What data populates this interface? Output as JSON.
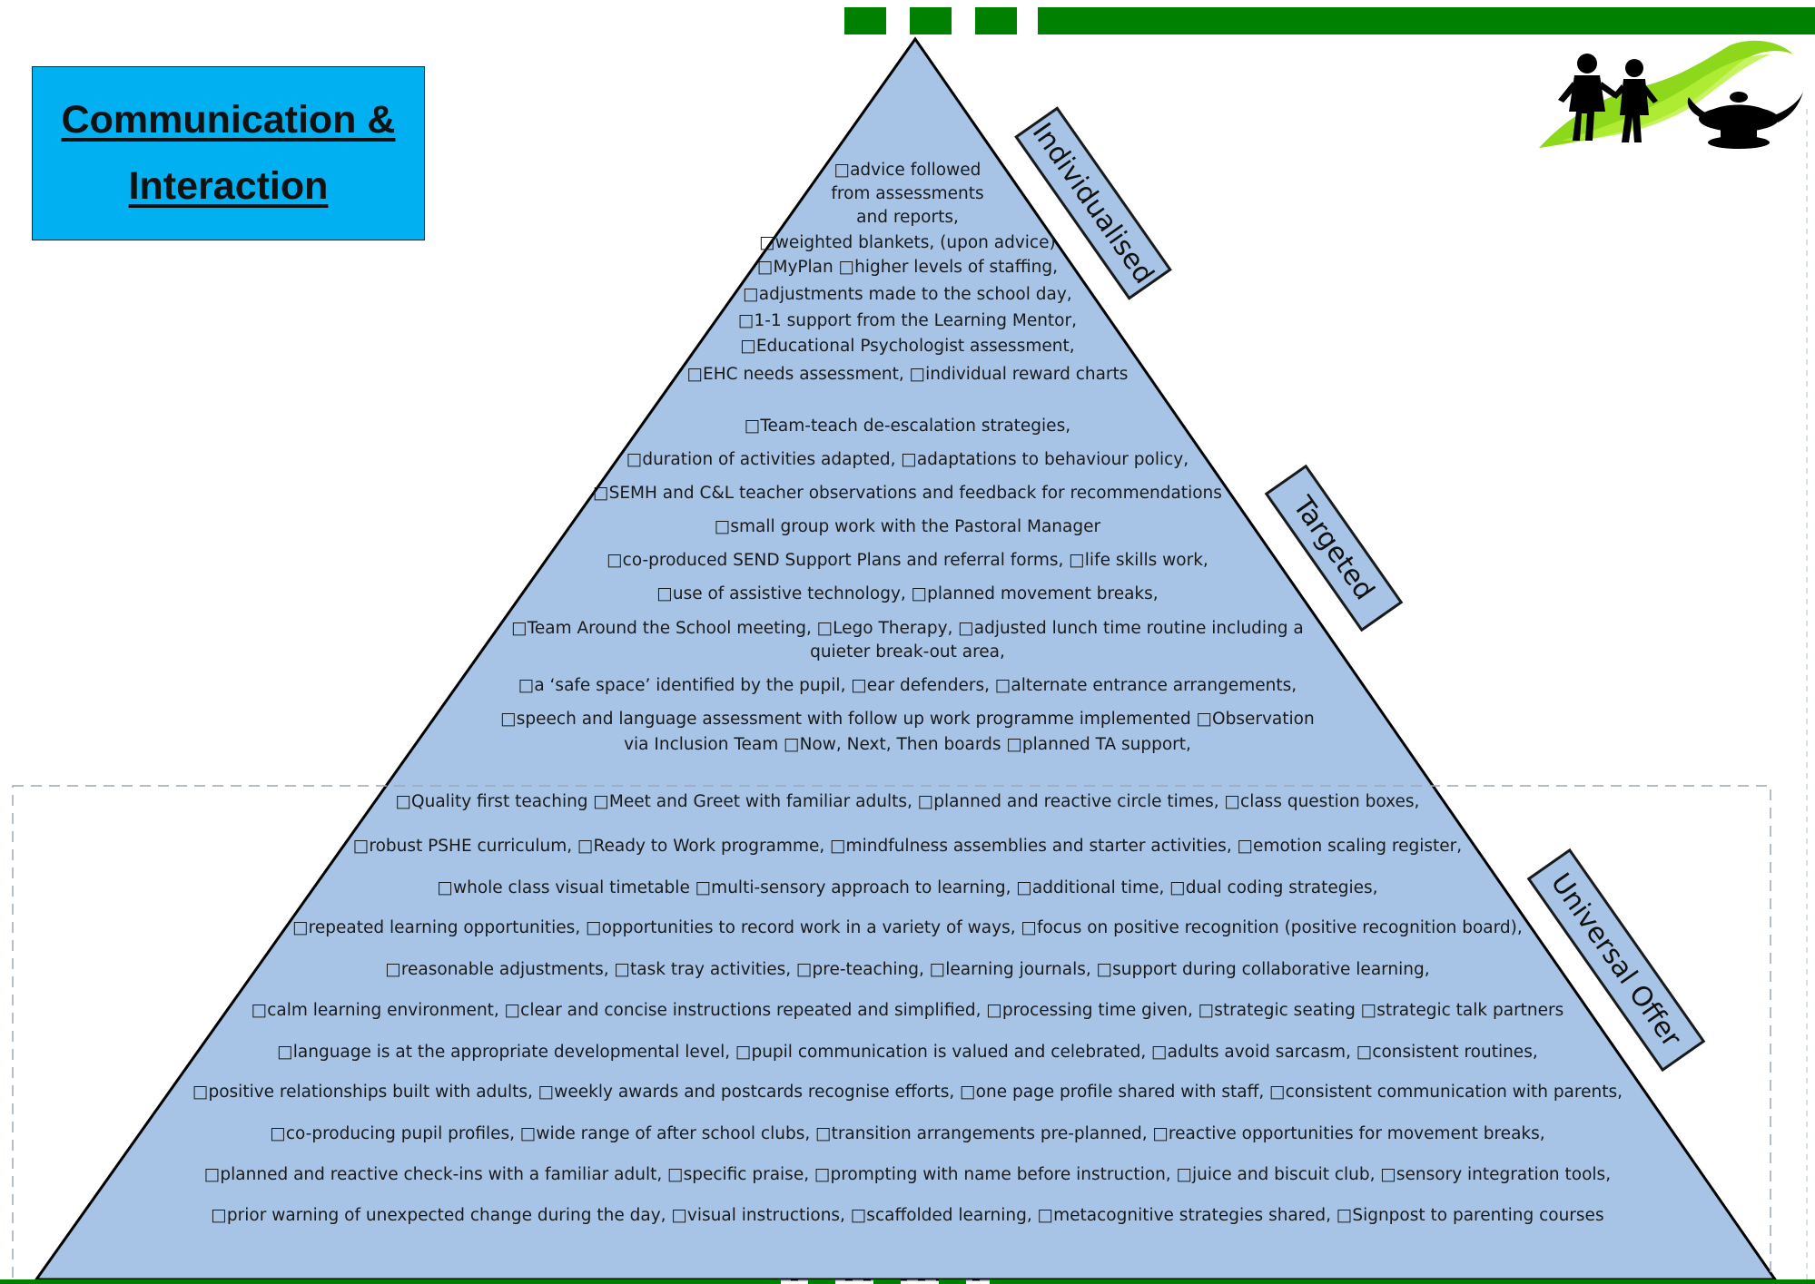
{
  "title": {
    "line1": "Communication &",
    "line2": "Interaction"
  },
  "tiers": {
    "individualised": "Individualised",
    "targeted": "Targeted",
    "universal": "Universal Offer"
  },
  "individualised_lines": [
    "□advice followed",
    "from assessments",
    "and reports,",
    "□weighted blankets, (upon advice)",
    "□MyPlan □higher levels of staffing,",
    "□adjustments made to the school day,",
    "□1-1 support from the Learning Mentor,",
    "□Educational Psychologist assessment,",
    "□EHC needs assessment, □individual reward charts"
  ],
  "targeted_lines": [
    "□Team-teach de-escalation strategies,",
    "□duration of activities adapted, □adaptations to behaviour policy,",
    "□SEMH and C&L teacher observations and feedback for recommendations",
    "□small group work with the Pastoral Manager",
    "□co-produced SEND Support Plans and referral forms, □life skills work,",
    "□use of assistive technology, □planned movement breaks,",
    "□Team Around the School meeting, □Lego Therapy, □adjusted lunch time routine including a",
    "quieter break-out area,",
    "□a ‘safe space’ identified by the pupil, □ear defenders, □alternate entrance arrangements,",
    "□speech and language assessment with follow up work programme implemented □Observation",
    "via Inclusion Team  □Now, Next, Then boards  □planned TA support,"
  ],
  "universal_lines": [
    "□Quality first teaching □Meet and Greet with familiar adults, □planned and reactive circle times, □class question boxes,",
    "□robust PSHE curriculum, □Ready to Work programme,  □mindfulness assemblies and starter activities, □emotion scaling register,",
    "□whole class visual timetable □multi-sensory approach to learning, □additional time, □dual coding strategies,",
    "□repeated learning opportunities, □opportunities to record work in a variety of ways, □focus on positive recognition (positive recognition board),",
    "□reasonable adjustments, □task tray activities, □pre-teaching,  □learning journals, □support during collaborative learning,",
    "□calm learning environment, □clear and concise instructions repeated and simplified, □processing time given, □strategic seating □strategic talk partners",
    "□language is at the appropriate developmental level, □pupil communication is valued and celebrated, □adults avoid sarcasm, □consistent routines,",
    "□positive relationships built with adults, □weekly awards and postcards recognise efforts, □one page profile shared with staff, □consistent communication with parents,",
    "□co-producing pupil profiles, □wide range of after school clubs, □transition arrangements pre-planned, □reactive opportunities for movement breaks,",
    "□planned and reactive check-ins with a familiar adult, □specific praise, □prompting with name before instruction, □juice and biscuit club, □sensory integration tools,",
    "□prior warning of unexpected change during the day, □visual instructions, □scaffolded learning, □metacognitive strategies shared, □Signpost to parenting courses"
  ],
  "colors": {
    "pyramid_fill": "#a7c4e6",
    "title_box_fill": "#00b0f0",
    "header_bar_green": "#008000",
    "logo_green": "#8ed81c"
  },
  "icons": {
    "logo": "children-and-genie-lamp-logo"
  }
}
